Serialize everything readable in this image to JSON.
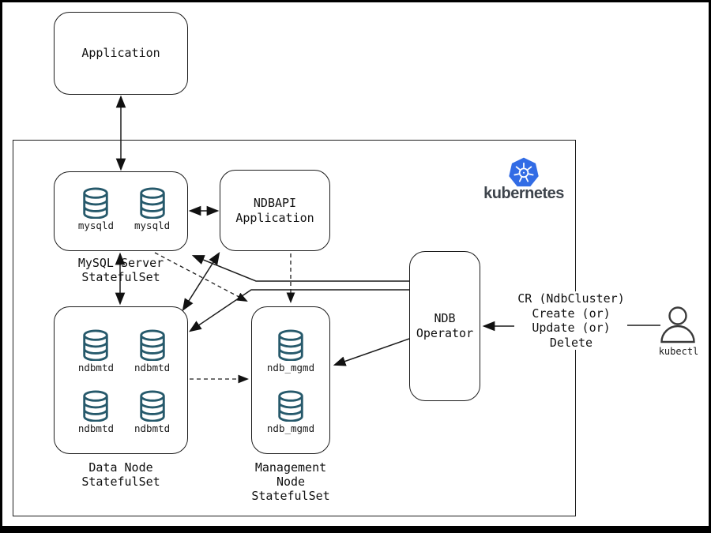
{
  "colors": {
    "database_icon": "#26596b",
    "k8s_blue": "#326ce5",
    "wordmark": "#3e444c",
    "line": "#1c1c1c"
  },
  "icons": {
    "database": "db-cylinder-stack",
    "kubernetes": "k8s-heptagon-helm-wheel",
    "user": "person-silhouette"
  },
  "application_box": {
    "label": "Application"
  },
  "kubernetes_logo": {
    "wordmark": "kubernetes"
  },
  "mysql_statefulset": {
    "caption": "MySQL Server\nStatefulSet",
    "pods": [
      "mysqld",
      "mysqld"
    ]
  },
  "ndbapi_box": {
    "label": "NDBAPI\nApplication"
  },
  "data_node_statefulset": {
    "caption": "Data Node\nStatefulSet",
    "pods": [
      "ndbmtd",
      "ndbmtd",
      "ndbmtd",
      "ndbmtd"
    ]
  },
  "management_node_statefulset": {
    "caption": "Management\nNode\nStatefulSet",
    "pods": [
      "ndb_mgmd",
      "ndb_mgmd"
    ]
  },
  "ndb_operator_box": {
    "label": "NDB\nOperator"
  },
  "cr_annotation": {
    "text": "CR (NdbCluster)\nCreate (or)\nUpdate (or)\nDelete"
  },
  "kubectl": {
    "label": "kubectl"
  }
}
